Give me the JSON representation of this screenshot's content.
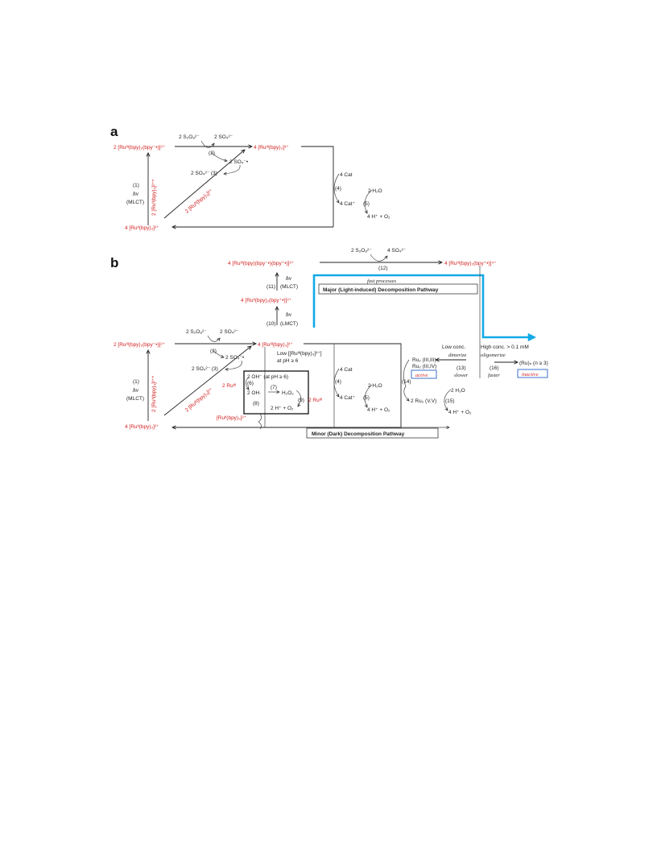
{
  "panel_a": {
    "label": "a",
    "persulfate": "2 S₂O₈²⁻",
    "sulfate": "2 SO₄²⁻",
    "ru3_bpy_rad": "2 [Ruᴵᴵᴵ(bpy)₂(bpy⁻•)]²⁺",
    "ru3": "4 [Ruᴵᴵᴵ(bpy)₃]³⁺",
    "step2": "(2)",
    "so4_rad": "2 SO₄⁻•",
    "so4_3": "2 SO₄²⁻ (3)",
    "step1": "(1)",
    "hv": "hν",
    "mlct": "(MLCT)",
    "excited": "2 [Ruᴵᴵ(bpy)₃]²⁺*",
    "diag_label": "2 [Ruᴵᴵ(bpy)₃]²⁺",
    "ru2": "4 [Ruᴵᴵ(bpy)₃]²⁺",
    "cat": "4 Cat",
    "step4": "(4)",
    "cat_plus": "4 Cat⁺",
    "step5": "(5)",
    "water": "2 H₂O",
    "products": "4 H⁺ + O₂"
  },
  "panel_b": {
    "label": "b",
    "top_persulfate": "2 S₂O₈²⁻",
    "top_sulfate": "4 SO₄²⁻",
    "top_left": "4 [Ruᴵᴵᴵ(bpy)(bpy⁻•)(bpy⁺•)]³⁺",
    "step12": "(12)",
    "top_right": "4 [Ruᴵᴵᴵ(bpy)₂(bpy⁺•)]⁴⁺",
    "fast": "fast processes",
    "major_label": "Major (Light-induced) Decomposition Pathway",
    "hv": "hν",
    "step11": "(11)",
    "mlct": "(MLCT)",
    "mid": "4 [Ruᴵᴵ(bpy)₂(bpy⁺•)]³⁺",
    "step10": "(10)",
    "lmct": "(LMCT)",
    "persulfate": "2 S₂O₈²⁻",
    "sulfate": "2 SO₄²⁻",
    "ru3_bpy_rad": "2 [Ruᴵᴵᴵ(bpy)₂(bpy⁻•)]²⁺",
    "ru3": "4 [Ruᴵᴵᴵ(bpy)₃]³⁺",
    "step2": "(2)",
    "so4_rad": "2 SO₄⁻•",
    "so4_3": "2 SO₄²⁻ (3)",
    "ru3_small": "2 Ruᴵᴵᴵ",
    "low_line1": "Low [[Ruᴵᴵᴵ(bpy)₃]³⁺]",
    "low_line2": "at pH ≥ 6",
    "step1": "(1)",
    "excited": "2 [Ruᴵᴵ(bpy)₃]²⁺*",
    "diag_label": "2 [Ruᴵᴵ(bpy)₃]²⁺",
    "oh_top": "2 OH⁻ (at pH ≥ 6)",
    "step6": "(6)",
    "step7": "(7)",
    "oh_mid": "2 OH·",
    "h2o2": "H₂O₂",
    "step8": "(8)",
    "step9": "(9)",
    "ru3_right": "2 Ruᴵᴵᴵ",
    "h_o2": "2 H⁺ + O₂",
    "ru2_bottom": "[Ruᴵᴵ(bpy)₃]²⁺",
    "ru2": "4 [Ruᴵᴵ(bpy)₃]²⁺",
    "minor_label": "Minor (Dark) Decomposition Pathway",
    "cat": "4 Cat",
    "step4": "(4)",
    "cat_plus": "4 Cat⁺",
    "step5": "(5)",
    "water": "2 H₂O",
    "products": "4 H⁺ + O₂",
    "low_conc": "Low conc.",
    "high_conc": "High conc. > 0.1 mM",
    "dimerize": "dimerize",
    "oligomerize": "oligomerize",
    "ru2_33": "Ru₂ (III,III)",
    "ru2_34": "Ru₂ (III,IV)",
    "active": "active",
    "step13": "(13)",
    "slower": "slower",
    "step16": "(16)",
    "faster": "faster",
    "run": "(Ru)ₙ (n ≥ 3)",
    "inactive": "inactive",
    "step14": "(14)",
    "ru2_vv": "2 Ru₂ (V,V)",
    "step15": "(15)",
    "water2": "2 H₂O",
    "products2": "4 H⁺ + O₂"
  },
  "colors": {
    "red": "#d21e1e",
    "blue": "#14a9e6",
    "box_blue": "#2a62c9",
    "ink": "#222222"
  }
}
